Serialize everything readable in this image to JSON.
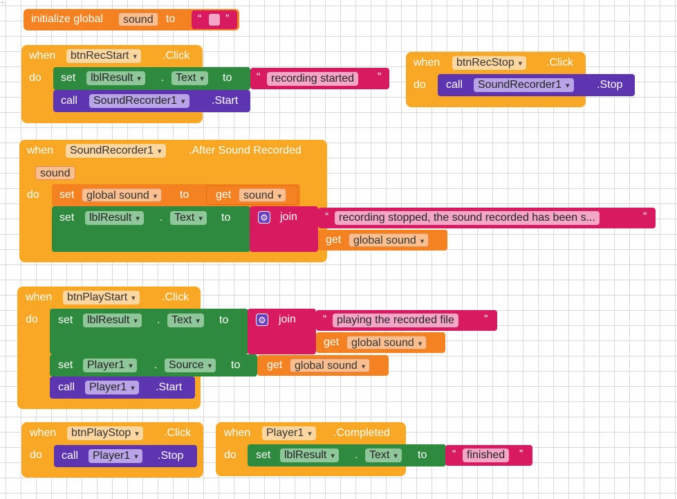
{
  "init": {
    "kw1": "initialize global",
    "var": "sound",
    "kw2": "to",
    "q1": "“",
    "q2": "”"
  },
  "recstart": {
    "when": "when",
    "comp": "btnRecStart",
    "event": ".Click",
    "do": "do",
    "set": "set",
    "set_comp": "lblResult",
    "dot": ".",
    "prop": "Text",
    "to": "to",
    "text": "recording started",
    "call": "call",
    "call_comp": "SoundRecorder1",
    "method": ".Start"
  },
  "recstop": {
    "when": "when",
    "comp": "btnRecStop",
    "event": ".Click",
    "do": "do",
    "call": "call",
    "call_comp": "SoundRecorder1",
    "method": ".Stop"
  },
  "recorded": {
    "when": "when",
    "comp": "SoundRecorder1",
    "event": ".After Sound Recorded",
    "param": "sound",
    "do": "do",
    "set1": "set",
    "set1_var": "global sound",
    "to": "to",
    "get": "get",
    "get_var": "sound",
    "set2": "set",
    "set2_comp": "lblResult",
    "dot": ".",
    "prop": "Text",
    "join": "join",
    "text": "recording stopped, the sound recorded has been s...",
    "get2": "get",
    "get2_var": "global sound"
  },
  "playstart": {
    "when": "when",
    "comp": "btnPlayStart",
    "event": ".Click",
    "do": "do",
    "set1": "set",
    "set1_comp": "lblResult",
    "dot": ".",
    "prop1": "Text",
    "to": "to",
    "join": "join",
    "text": "playing the recorded file",
    "get": "get",
    "get_var": "global sound",
    "set2": "set",
    "set2_comp": "Player1",
    "prop2": "Source",
    "get2": "get",
    "get2_var": "global sound",
    "call": "call",
    "call_comp": "Player1",
    "method": ".Start"
  },
  "playstop": {
    "when": "when",
    "comp": "btnPlayStop",
    "event": ".Click",
    "do": "do",
    "call": "call",
    "call_comp": "Player1",
    "method": ".Stop"
  },
  "completed": {
    "when": "when",
    "comp": "Player1",
    "event": ".Completed",
    "do": "do",
    "set": "set",
    "set_comp": "lblResult",
    "dot": ".",
    "prop": "Text",
    "to": "to",
    "text": "finished"
  },
  "colors": {
    "event": "#f9a825",
    "variable": "#f58220",
    "component_set": "#2e8b3e",
    "component_call": "#5e35b1",
    "text": "#d81b60"
  }
}
